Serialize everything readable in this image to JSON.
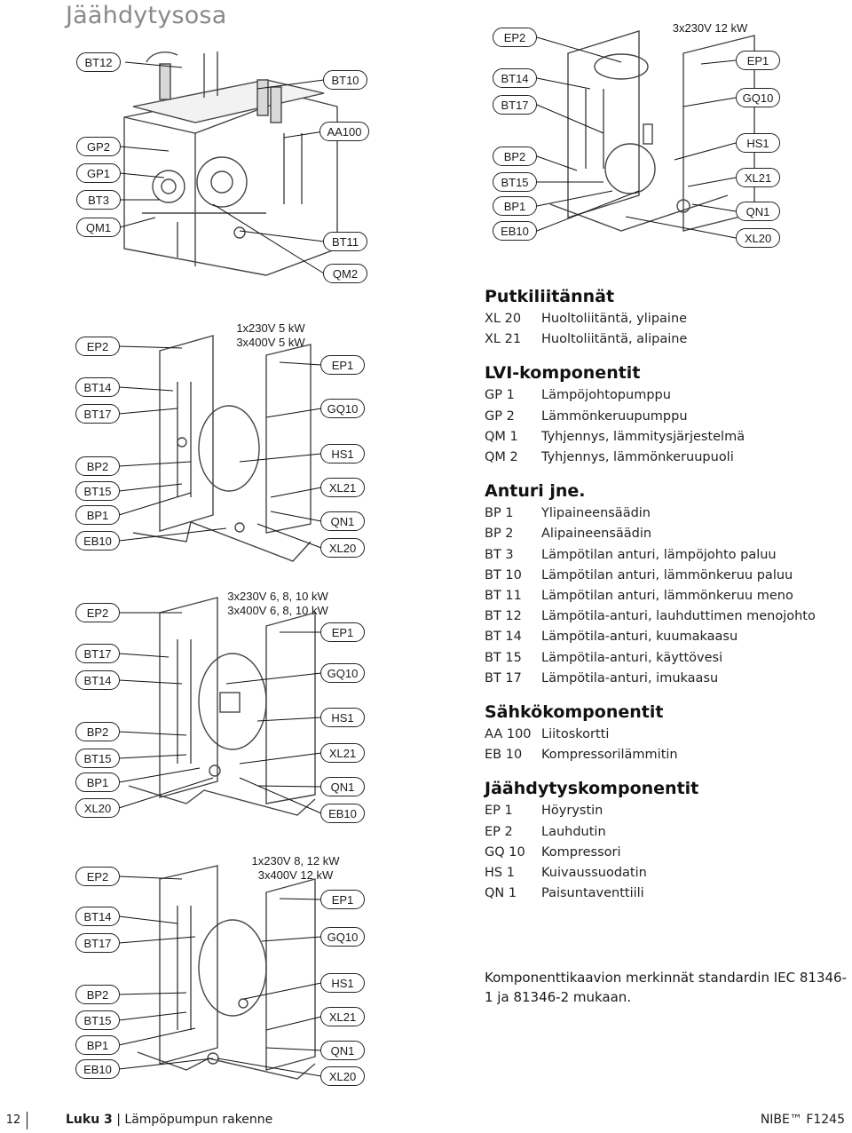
{
  "page_title": "Jäähdytysosa",
  "diagrams": [
    {
      "caption": "",
      "labels_left": [
        "BT12",
        "GP2",
        "GP1",
        "BT3",
        "QM1"
      ],
      "labels_right": [
        "BT10",
        "AA100",
        "BT11",
        "QM2"
      ]
    },
    {
      "caption": "3x230V 12 kW",
      "labels_left": [
        "EP2",
        "BT14",
        "BT17",
        "BP2",
        "BT15",
        "BP1",
        "EB10"
      ],
      "labels_right": [
        "EP1",
        "GQ10",
        "HS1",
        "XL21",
        "QN1",
        "XL20"
      ]
    },
    {
      "caption_line1": "1x230V 5 kW",
      "caption_line2": "3x400V 5 kW",
      "labels_left": [
        "EP2",
        "BT14",
        "BT17",
        "BP2",
        "BT15",
        "BP1",
        "EB10"
      ],
      "labels_right": [
        "EP1",
        "GQ10",
        "HS1",
        "XL21",
        "QN1",
        "XL20"
      ]
    },
    {
      "caption_line1": "3x230V 6, 8, 10 kW",
      "caption_line2": "3x400V 6, 8, 10 kW",
      "labels_left": [
        "EP2",
        "BT17",
        "BT14",
        "BP2",
        "BT15",
        "BP1",
        "XL20"
      ],
      "labels_right": [
        "EP1",
        "GQ10",
        "HS1",
        "XL21",
        "QN1",
        "EB10"
      ]
    },
    {
      "caption_line1": "1x230V 8, 12 kW",
      "caption_line2": "3x400V 12 kW",
      "labels_left": [
        "EP2",
        "BT14",
        "BT17",
        "BP2",
        "BT15",
        "BP1",
        "EB10"
      ],
      "labels_right": [
        "EP1",
        "GQ10",
        "HS1",
        "XL21",
        "QN1",
        "XL20"
      ]
    }
  ],
  "legend": [
    {
      "title": "Putkiliitännät",
      "items": [
        {
          "code": "XL 20",
          "desc": "Huoltoliitäntä, ylipaine"
        },
        {
          "code": "XL 21",
          "desc": "Huoltoliitäntä, alipaine"
        }
      ]
    },
    {
      "title": "LVI-komponentit",
      "items": [
        {
          "code": "GP 1",
          "desc": "Lämpöjohtopumppu"
        },
        {
          "code": "GP 2",
          "desc": "Lämmönkeruupumppu"
        },
        {
          "code": "QM 1",
          "desc": "Tyhjennys, lämmitysjärjestelmä"
        },
        {
          "code": "QM 2",
          "desc": "Tyhjennys, lämmönkeruupuoli"
        }
      ]
    },
    {
      "title": "Anturi jne.",
      "items": [
        {
          "code": "BP 1",
          "desc": "Ylipaineensäädin"
        },
        {
          "code": "BP 2",
          "desc": "Alipaineensäädin"
        },
        {
          "code": "BT 3",
          "desc": "Lämpötilan anturi, lämpöjohto paluu"
        },
        {
          "code": "BT 10",
          "desc": "Lämpötilan anturi, lämmönkeruu paluu"
        },
        {
          "code": "BT 11",
          "desc": "Lämpötilan anturi, lämmönkeruu meno"
        },
        {
          "code": "BT 12",
          "desc": "Lämpötila-anturi, lauhduttimen menojohto"
        },
        {
          "code": "BT 14",
          "desc": "Lämpötila-anturi, kuumakaasu"
        },
        {
          "code": "BT 15",
          "desc": "Lämpötila-anturi, käyttövesi"
        },
        {
          "code": "BT 17",
          "desc": "Lämpötila-anturi, imukaasu"
        }
      ]
    },
    {
      "title": "Sähkökomponentit",
      "items": [
        {
          "code": "AA 100",
          "desc": "Liitoskortti"
        },
        {
          "code": "EB 10",
          "desc": "Kompressorilämmitin"
        }
      ]
    },
    {
      "title": "Jäähdytyskomponentit",
      "items": [
        {
          "code": "EP 1",
          "desc": "Höyrystin"
        },
        {
          "code": "EP 2",
          "desc": "Lauhdutin"
        },
        {
          "code": "GQ 10",
          "desc": "Kompressori"
        },
        {
          "code": "HS 1",
          "desc": "Kuivaussuodatin"
        },
        {
          "code": "QN 1",
          "desc": "Paisuntaventtiili"
        }
      ]
    }
  ],
  "note": "Komponenttikaavion merkinnät standardin IEC 81346-1 ja 81346-2 mukaan.",
  "footer": {
    "page_number": "12",
    "chapter_label": "Luku 3",
    "chapter_title": "Lämpöpumpun rakenne",
    "brand": "NIBE™ F1245"
  }
}
